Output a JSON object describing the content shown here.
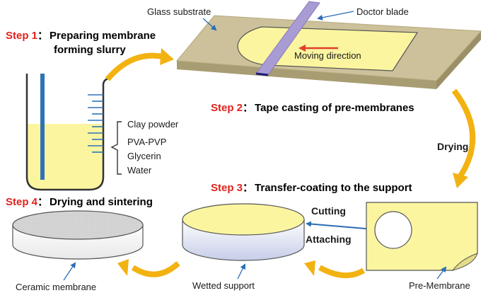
{
  "steps": {
    "s1": {
      "number": "Step 1",
      "sep": "：",
      "line1": "Preparing membrane",
      "line2": "forming slurry"
    },
    "s2": {
      "number": "Step 2",
      "sep": "：",
      "text": "Tape casting of pre-membranes"
    },
    "s3": {
      "number": "Step 3",
      "sep": "：",
      "text": "Transfer-coating to the support"
    },
    "s4": {
      "number": "Step 4",
      "sep": "：",
      "text": "Drying and sintering"
    }
  },
  "labels": {
    "glass_substrate": "Glass substrate",
    "doctor_blade": "Doctor blade",
    "moving_direction": "Moving direction",
    "drying": "Drying",
    "cutting": "Cutting",
    "attaching": "Attaching",
    "pre_membrane": "Pre-Membrane",
    "wetted_support": "Wetted support",
    "ceramic_membrane": "Ceramic membrane"
  },
  "ingredients": [
    "Clay powder",
    "PVA-PVP",
    "Glycerin",
    "Water"
  ],
  "colors": {
    "step_red": "#e2211c",
    "slurry_yellow": "#fbf5a0",
    "substrate_tan": "#ccc19a",
    "blade_purple": "#a99bd3",
    "arrow_orange": "#f2b211",
    "pointer_blue": "#2a6db3",
    "beaker_stick": "#2f73b5"
  }
}
